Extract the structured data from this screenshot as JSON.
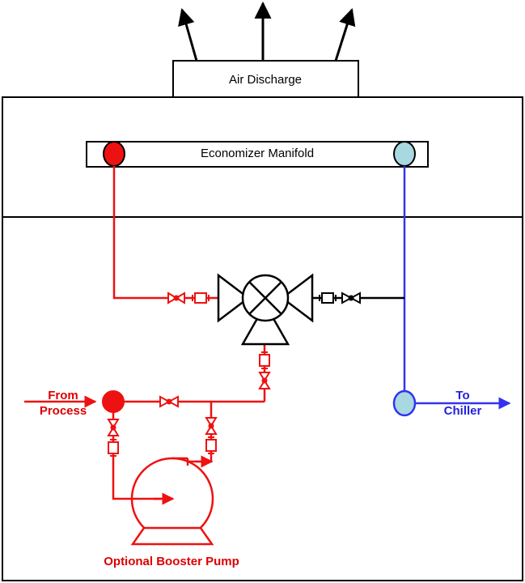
{
  "labels": {
    "air_discharge": "Air Discharge",
    "economizer_manifold": "Economizer Manifold",
    "from_line1": "From",
    "from_line2": "Process",
    "to_line1": "To",
    "to_line2": "Chiller",
    "booster_pump": "Optional Booster Pump"
  },
  "colors": {
    "hot": "#ee1111",
    "cold": "#3333ee",
    "cold_fill": "#a8d8e0",
    "outline": "#000000",
    "hot_text": "#dd0000",
    "cold_text": "#2222dd"
  },
  "icons": {
    "valve": "gate-valve-icon",
    "strainer": "strainer-icon",
    "pump": "centrifugal-pump-icon",
    "three_way_valve": "three-way-valve-icon"
  }
}
